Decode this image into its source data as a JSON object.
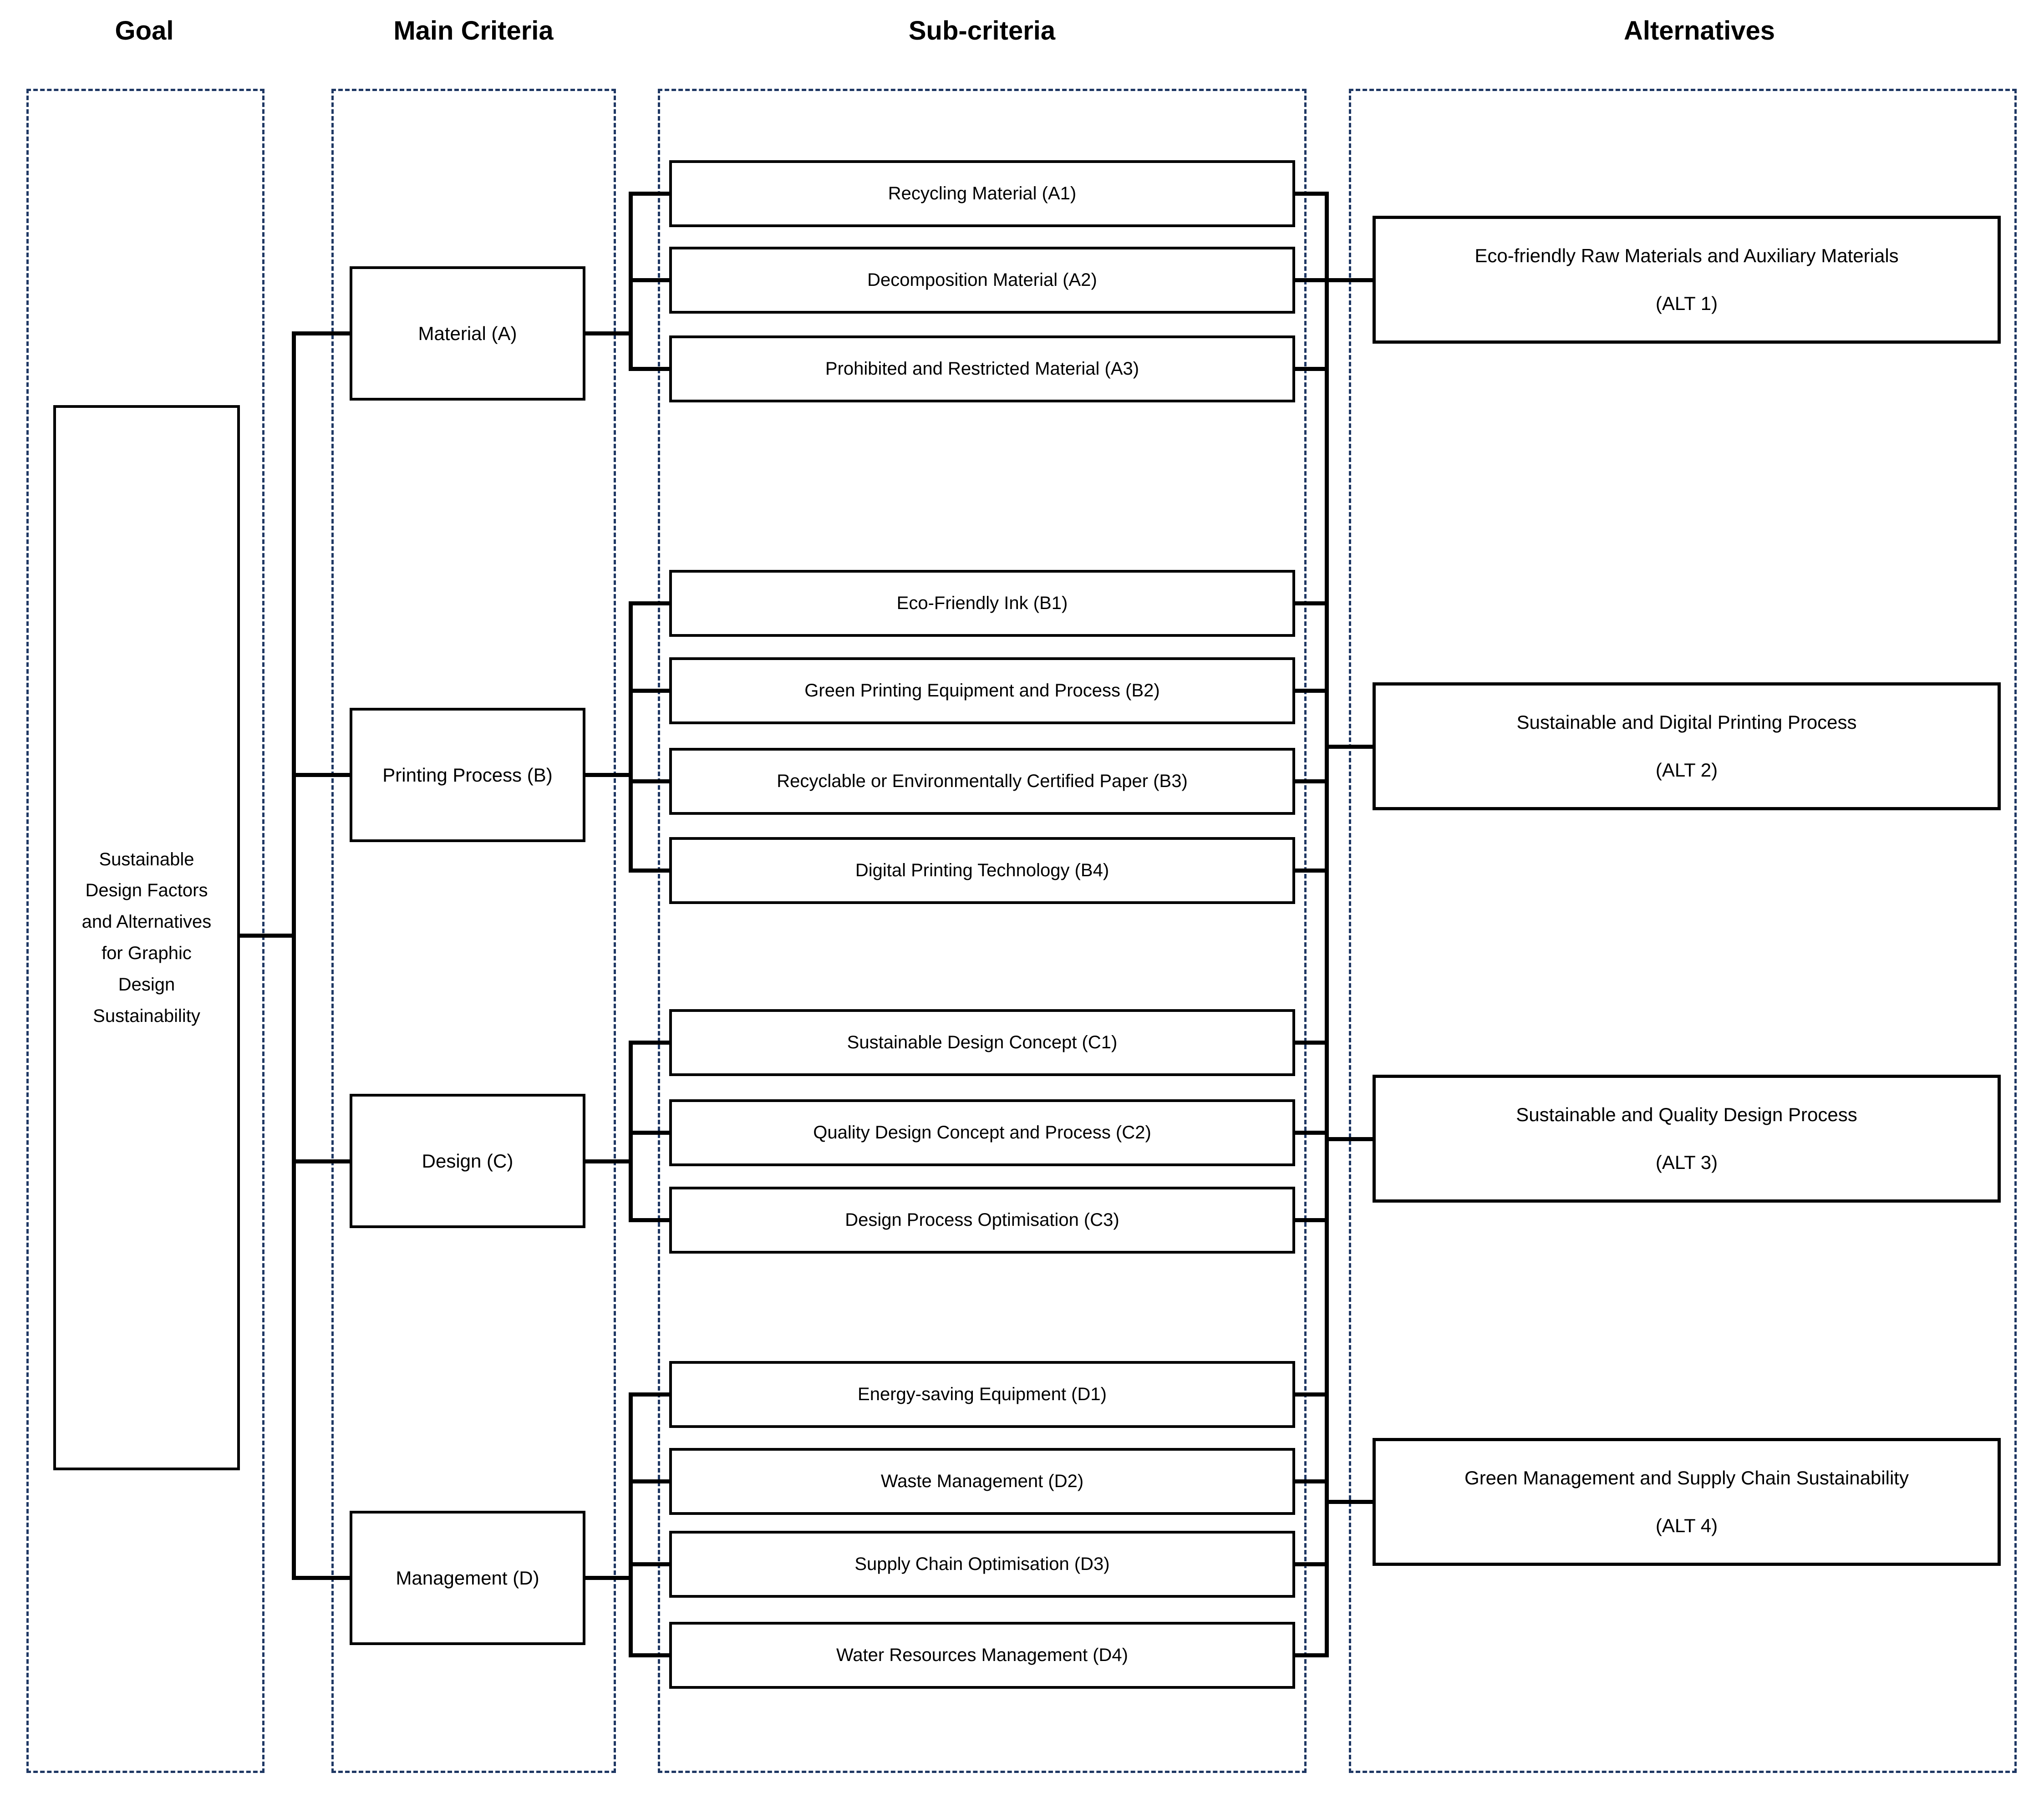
{
  "colors": {
    "dashed_border": "#1f3864",
    "line": "#000000",
    "box_bg": "#ffffff"
  },
  "headers": {
    "goal": "Goal",
    "main_criteria": "Main Criteria",
    "sub_criteria": "Sub-criteria",
    "alternatives": "Alternatives"
  },
  "goal": {
    "label": "Sustainable Design Factors and Alternatives for Graphic Design Sustainability"
  },
  "main_criteria": [
    {
      "label": "Material (A)"
    },
    {
      "label": "Printing Process (B)"
    },
    {
      "label": "Design (C)"
    },
    {
      "label": "Management (D)"
    }
  ],
  "sub_criteria": {
    "A": [
      "Recycling Material (A1)",
      "Decomposition Material (A2)",
      "Prohibited and Restricted Material (A3)"
    ],
    "B": [
      "Eco-Friendly Ink (B1)",
      "Green Printing Equipment and Process (B2)",
      "Recyclable or Environmentally Certified Paper (B3)",
      "Digital Printing Technology (B4)"
    ],
    "C": [
      "Sustainable Design Concept (C1)",
      "Quality Design Concept and Process (C2)",
      "Design Process Optimisation (C3)"
    ],
    "D": [
      "Energy-saving Equipment (D1)",
      "Waste Management (D2)",
      "Supply Chain Optimisation (D3)",
      "Water Resources Management (D4)"
    ]
  },
  "alternatives": [
    {
      "name": "Eco-friendly Raw Materials and Auxiliary Materials",
      "code": "(ALT 1)"
    },
    {
      "name": "Sustainable and Digital Printing Process",
      "code": "(ALT 2)"
    },
    {
      "name": "Sustainable and Quality Design Process",
      "code": "(ALT 3)"
    },
    {
      "name": "Green Management and Supply Chain Sustainability",
      "code": "(ALT 4)"
    }
  ]
}
